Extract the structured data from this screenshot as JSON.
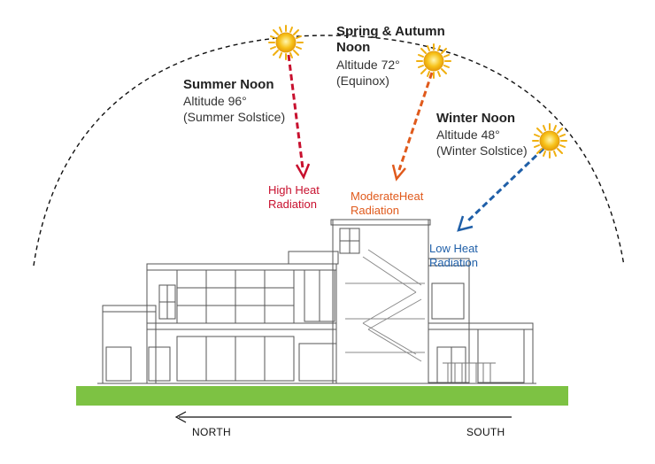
{
  "summer": {
    "title": "Summer Noon",
    "altitude": "Altitude 96°",
    "note": "(Summer Solstice)",
    "radiation_line1": "High Heat",
    "radiation_line2": "Radiation",
    "color": "#c8102e"
  },
  "equinox": {
    "title_line1": "Spring & Autumn",
    "title_line2": "Noon",
    "altitude": "Altitude 72°",
    "note": "(Equinox)",
    "radiation_line1": "ModerateHeat",
    "radiation_line2": "Radiation",
    "color": "#e05a1c"
  },
  "winter": {
    "title": "Winter Noon",
    "altitude": "Altitude 48°",
    "note": "(Winter Solstice)",
    "radiation_line1": "Low Heat",
    "radiation_line2": "Radiation",
    "color": "#1f5fa8"
  },
  "directions": {
    "north": "NORTH",
    "south": "SOUTH"
  },
  "colors": {
    "ground": "#7dc243",
    "sun": "#f7c21a",
    "building_line": "#555555"
  }
}
